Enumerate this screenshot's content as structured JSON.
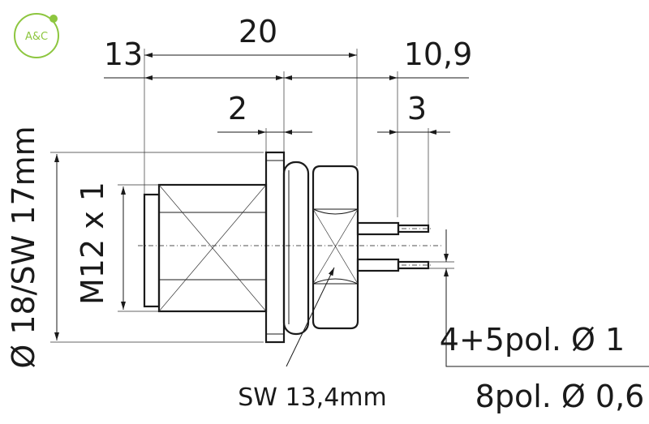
{
  "logo": {
    "text": "A&C",
    "color": "#8dc63f"
  },
  "dimensions": {
    "d13": "13",
    "d20": "20",
    "d10_9": "10,9",
    "d2": "2",
    "d3": "3",
    "outer": "Ø 18/SW 17mm",
    "thread": "M12 x 1",
    "hex": "SW 13,4mm",
    "pin_a": "4+5pol. Ø 1",
    "pin_b": "8pol. Ø 0,6"
  }
}
